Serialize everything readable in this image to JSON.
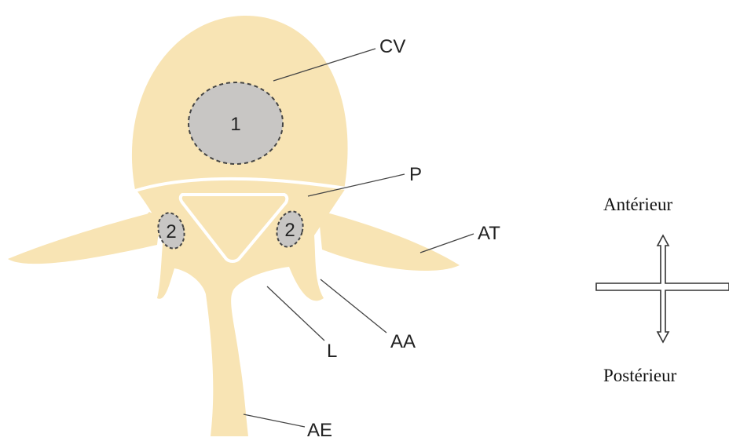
{
  "diagram": {
    "labels": {
      "cv": "CV",
      "p": "P",
      "at": "AT",
      "aa": "AA",
      "l": "L",
      "ae": "AE"
    },
    "markers": {
      "body_region": "1",
      "pedicle_left": "2",
      "pedicle_right": "2"
    },
    "orientation": {
      "top": "Antérieur",
      "bottom": "Postérieur"
    }
  },
  "colors": {
    "bone": "#f8e4b4",
    "marked_region": "#c8c6c4",
    "outline": "#444444",
    "canal_outline": "#ffffff"
  }
}
